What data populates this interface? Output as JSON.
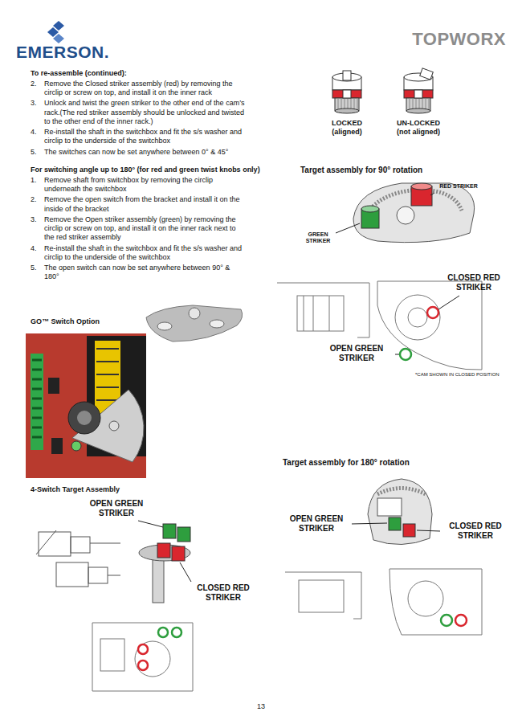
{
  "diagram": {
    "labels": [
      "EMERSON.",
      "TOPWORX",
      "To re-assemble (continued):",
      "2.",
      "Remove the Closed striker assembly (red) by removing the circlip or screw on top, and install it on the inner rack",
      "3.",
      "Unlock and twist the green striker to the other end of the cam’s rack.(The red striker assembly should be unlocked and twisted to the other end of the inner rack.)",
      "4.",
      "Re-install the shaft in the switchbox and fit the s/s washer and circlip to the underside of the switchbox",
      "5.",
      "The switches can now be set anywhere between 0° & 45°",
      "For switching angle up to 180° (for red and green twist knobs only)",
      "1.",
      "Remove shaft from switchbox by removing the circlip underneath the switchbox",
      "2.",
      "Remove the open switch from the bracket and install it on the inside of the bracket",
      "3.",
      "Remove the Open striker assembly (green) by removing the circlip or screw on top, and install it on the inner rack next to the red striker assembly",
      "4.",
      "Re-install the shaft in the switchbox and fit the s/s washer and circlip to the underside of the switchbox",
      "5.",
      "The open switch can now be set anywhere between 90° & 180°",
      "LOCKED",
      "(aligned)",
      "UN-LOCKED",
      "(not aligned)",
      "Target assembly for 90° rotation",
      "RED STRIKER",
      "GREEN STRIKER",
      "CLOSED RED STRIKER",
      "OPEN GREEN STRIKER",
      "*CAM SHOWN IN CLOSED POSITION",
      "GO™ Switch Option",
      "4-Switch Target Assembly",
      "OPEN GREEN STRIKER",
      "CLOSED RED STRIKER",
      "Target assembly for 180° rotation",
      "OPEN GREEN STRIKER",
      "CLOSED RED STRIKER",
      "13"
    ]
  }
}
